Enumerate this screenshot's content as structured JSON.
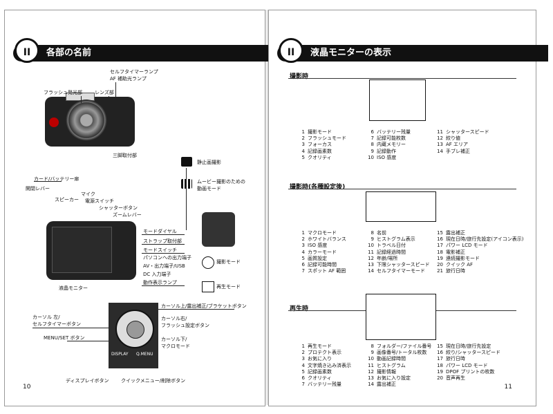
{
  "left": {
    "badge": "II",
    "header": "各部の名前",
    "page_number": "10",
    "labels": {
      "self_timer_lamp": "セルフタイマーランプ",
      "af_assist_lamp": "AF 補助光ランプ",
      "flash": "フラッシュ発光部",
      "lens": "レンズ部",
      "tripod": "三脚取付部",
      "card_battery": "カード/バッテリー扉",
      "open_lever": "開閉レバー",
      "still_mode": "静止画撮影",
      "movie_mode": "ムービー撮影のための",
      "movie_mode2": "動画モード",
      "mic": "マイク",
      "speaker": "スピーカー",
      "power_switch": "電源スイッチ",
      "shutter": "シャッターボタン",
      "zoom": "ズームレバー",
      "mode_dial": "モードダイヤル",
      "strap": "ストラップ取付部",
      "mode_switch": "モードスイッチ",
      "pc_terminal": "パソコンへの出力端子",
      "av_usb": "AV・出力端子/USB",
      "dc_in": "DC 入力端子",
      "status_lamp": "動作表示ランプ",
      "rec_mode": "撮影モード",
      "play_mode": "再生モード",
      "lcd": "液晶モニター",
      "cursor_up": "カーソル上/露出補正/ブラケットボタン",
      "cursor_left": "カーソル 左/",
      "cursor_left2": "セルフタイマーボタン",
      "cursor_right": "カーソル右/",
      "cursor_right2": "フラッシュ設定ボタン",
      "menu_set": "MENU/SET ボタン",
      "cursor_down": "カーソル下/",
      "cursor_down2": "マクロモード",
      "display_btn": "ディスプレイボタン",
      "qmenu_btn": "クイックメニュー/削除ボタン",
      "display_text": "DISPLAY",
      "qmenu_text": "Q.MENU"
    }
  },
  "right": {
    "badge": "II",
    "header": "液晶モニターの表示",
    "page_number": "11",
    "sections": [
      {
        "title": "撮影時",
        "items": [
          [
            "1",
            "撮影モード"
          ],
          [
            "6",
            "バッテリー残量"
          ],
          [
            "11",
            "シャッタースピード"
          ],
          [
            "2",
            "フラッシュモード"
          ],
          [
            "7",
            "記録可能枚数"
          ],
          [
            "12",
            "絞り値"
          ],
          [
            "3",
            "フォーカス"
          ],
          [
            "8",
            "内蔵メモリー"
          ],
          [
            "13",
            "AF エリア"
          ],
          [
            "4",
            "記録画素数"
          ],
          [
            "9",
            "記録動作"
          ],
          [
            "14",
            "手ブレ補正"
          ],
          [
            "5",
            "クオリティ"
          ],
          [
            "10",
            "ISO 感度"
          ],
          [
            "",
            ""
          ]
        ]
      },
      {
        "title": "撮影時(各種設定後)",
        "items": [
          [
            "1",
            "マクロモード"
          ],
          [
            "8",
            "名前"
          ],
          [
            "15",
            "露出補正"
          ],
          [
            "2",
            "ホワイトバランス"
          ],
          [
            "9",
            "ヒストグラム表示"
          ],
          [
            "16",
            "現在日時/旅行先設定(アイコン表示)"
          ],
          [
            "3",
            "ISO 感度"
          ],
          [
            "10",
            "トラベル日付"
          ],
          [
            "17",
            "パワー LCD モード"
          ],
          [
            "4",
            "カラーモード"
          ],
          [
            "11",
            "記録経過時間"
          ],
          [
            "18",
            "電影補正"
          ],
          [
            "5",
            "画質設定"
          ],
          [
            "12",
            "年齢/場所"
          ],
          [
            "19",
            "連続撮影モード"
          ],
          [
            "6",
            "記録可能時間"
          ],
          [
            "13",
            "下限シャッタースピード"
          ],
          [
            "20",
            "クイック AF"
          ],
          [
            "7",
            "スポット AF 範囲"
          ],
          [
            "14",
            "セルフタイマーモード"
          ],
          [
            "21",
            "旅行日時"
          ]
        ]
      },
      {
        "title": "再生時",
        "items": [
          [
            "1",
            "再生モード"
          ],
          [
            "8",
            "フォルダー/ファイル番号"
          ],
          [
            "15",
            "現在日時/旅行先設定"
          ],
          [
            "2",
            "プロテクト表示"
          ],
          [
            "9",
            "画像番号/トータル枚数"
          ],
          [
            "16",
            "絞り/シャッタースピード"
          ],
          [
            "3",
            "お気に入り"
          ],
          [
            "10",
            "動画記録時間"
          ],
          [
            "17",
            "旅行日時"
          ],
          [
            "4",
            "文字焼き込み済表示"
          ],
          [
            "11",
            "ヒストグラム"
          ],
          [
            "18",
            "パワー LCD モード"
          ],
          [
            "5",
            "記録画素数"
          ],
          [
            "12",
            "撮影情報"
          ],
          [
            "19",
            "DPOF プリントの枚数"
          ],
          [
            "6",
            "クオリティ"
          ],
          [
            "13",
            "お気に入り設定"
          ],
          [
            "20",
            "音声再生"
          ],
          [
            "7",
            "バッテリー残量"
          ],
          [
            "14",
            "露出補正"
          ],
          [
            "",
            ""
          ]
        ]
      }
    ]
  }
}
